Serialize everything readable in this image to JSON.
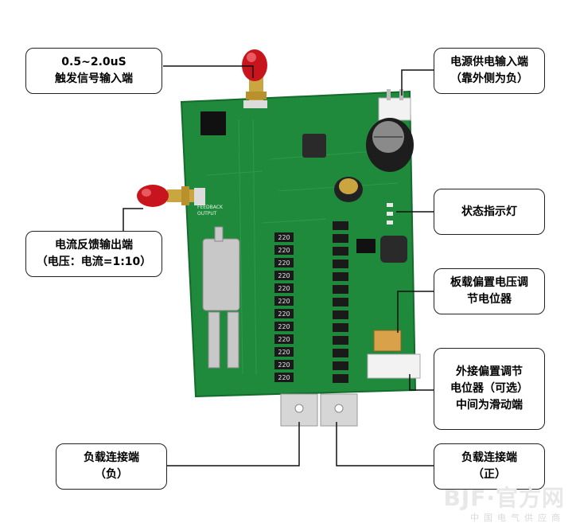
{
  "labels": {
    "trigger_input": [
      "0.5~2.0uS",
      "触发信号输入端"
    ],
    "power_input": [
      "电源供电输入端",
      "（靠外侧为负）"
    ],
    "feedback_output": [
      "电流反馈输出端",
      "（电压：电流=1:10）"
    ],
    "status_led": [
      "状态指示灯"
    ],
    "onboard_bias_pot": [
      "板载偏置电压调",
      "节电位器"
    ],
    "external_bias_pot": [
      "外接偏置调节",
      "电位器（可选）",
      "中间为滑动端"
    ],
    "load_negative": [
      "负载连接端",
      "（负）"
    ],
    "load_positive": [
      "负载连接端",
      "（正）"
    ]
  },
  "board": {
    "silkscreen_feedback": "FEEDBACK",
    "silkscreen_output": "OUTPUT",
    "resistor_marking": "220"
  },
  "watermark": {
    "main": "BJF·官方网",
    "sub": "中国电气供应商"
  },
  "colors": {
    "pcb_green": "#1f8a3c",
    "sma_red": "#c8141c",
    "line": "#111111"
  }
}
